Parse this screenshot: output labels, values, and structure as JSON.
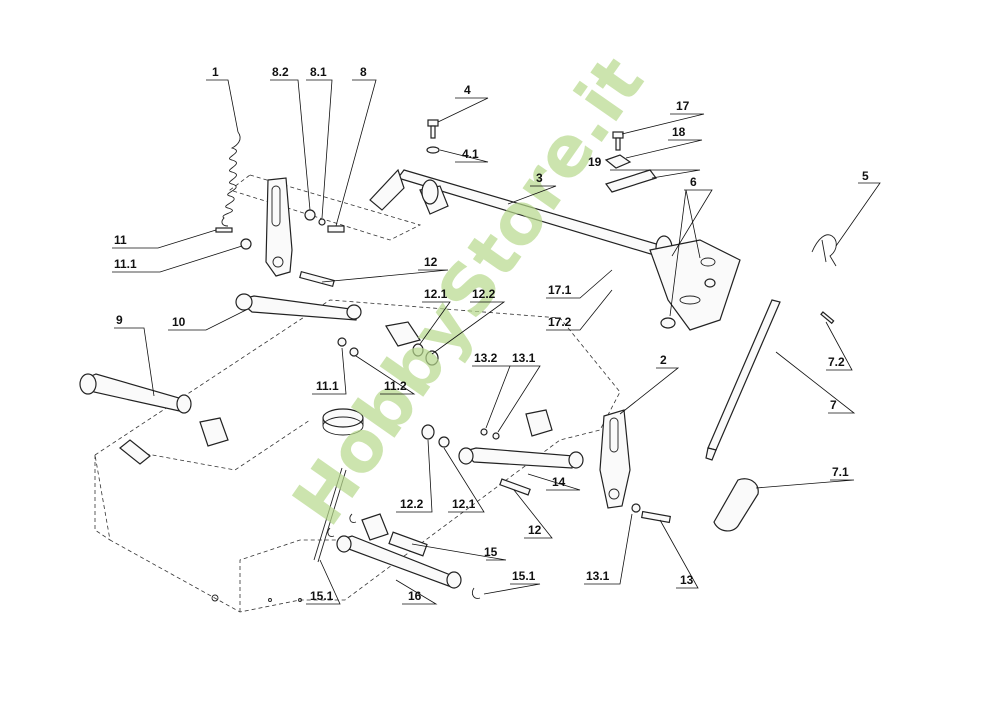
{
  "watermark": "HobbyStore.it",
  "labels": {
    "p1": "1",
    "p8_2": "8.2",
    "p8_1": "8.1",
    "p8": "8",
    "p4": "4",
    "p4_1": "4.1",
    "p3": "3",
    "p17": "17",
    "p18": "18",
    "p19": "19",
    "p6": "6",
    "p5": "5",
    "p11": "11",
    "p11_1": "11.1",
    "p12": "12",
    "p12_1": "12.1",
    "p12_2": "12.2",
    "p17_1": "17.1",
    "p17_2": "17.2",
    "p9": "9",
    "p10": "10",
    "p11_1b": "11.1",
    "p11_2": "11.2",
    "p13_2": "13.2",
    "p13_1": "13.1",
    "p2": "2",
    "p7_2": "7.2",
    "p7": "7",
    "p7_1": "7.1",
    "p12_2b": "12.2",
    "p12_1b": "12.1",
    "p14": "14",
    "p12b": "12",
    "p15": "15",
    "p15_1": "15.1",
    "p15_1b": "15.1",
    "p16": "16",
    "p13_1b": "13.1",
    "p13": "13"
  }
}
